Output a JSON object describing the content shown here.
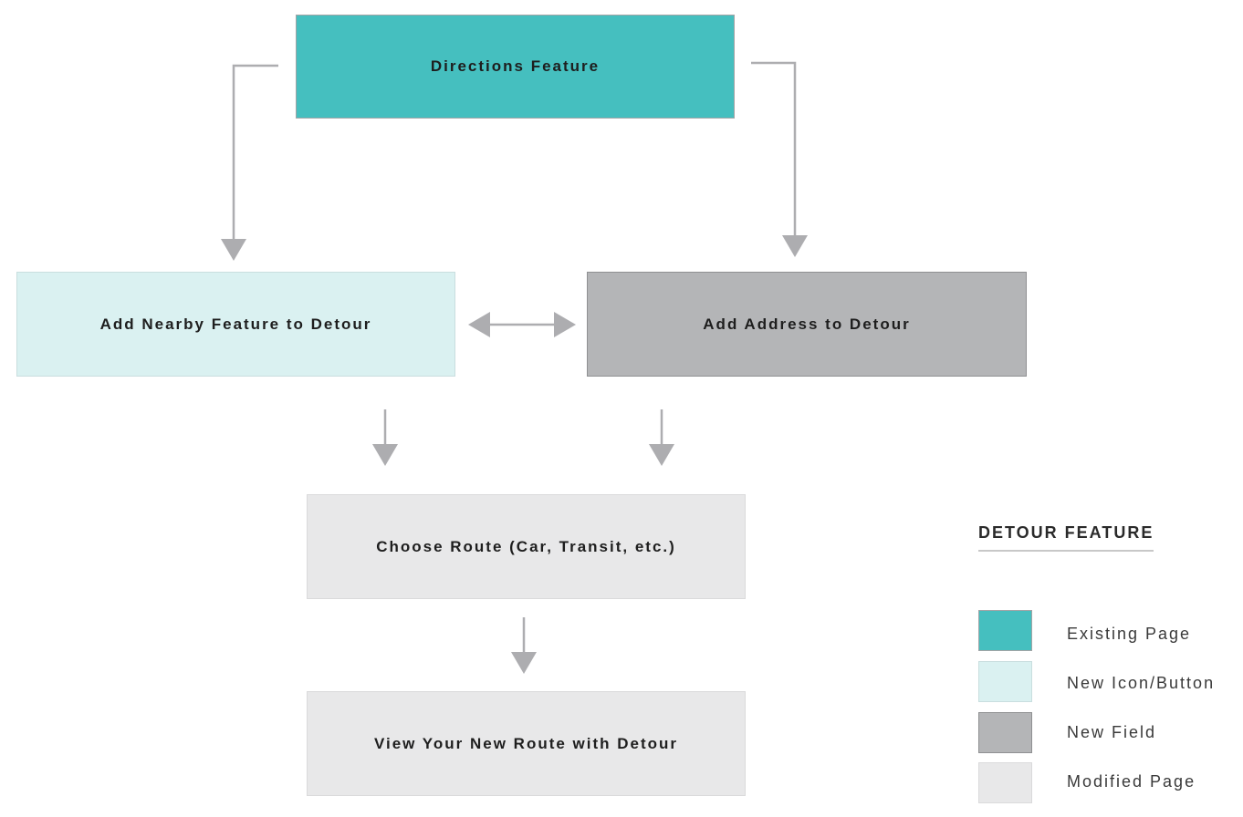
{
  "colors": {
    "existing_page": "#45bfbf",
    "new_icon_button": "#daf1f1",
    "new_field": "#b4b5b7",
    "modified_page": "#e8e8e9",
    "connector": "#adadb0"
  },
  "nodes": {
    "directions": "Directions Feature",
    "nearby": "Add Nearby Feature to Detour",
    "address": "Add Address to Detour",
    "route": "Choose Route (Car, Transit, etc.)",
    "view": "View Your New Route with Detour"
  },
  "legend": {
    "title": "DETOUR FEATURE",
    "items": [
      {
        "label": "Existing Page",
        "kind": "existing_page"
      },
      {
        "label": "New Icon/Button",
        "kind": "new_icon_button"
      },
      {
        "label": "New Field",
        "kind": "new_field"
      },
      {
        "label": "Modified Page",
        "kind": "modified_page"
      }
    ]
  },
  "edges": [
    {
      "from": "directions",
      "to": "nearby",
      "style": "elbow-arrow"
    },
    {
      "from": "directions",
      "to": "address",
      "style": "elbow-arrow"
    },
    {
      "from": "nearby",
      "to": "address",
      "style": "double-arrow"
    },
    {
      "from": "nearby",
      "to": "route",
      "style": "arrow"
    },
    {
      "from": "address",
      "to": "route",
      "style": "arrow"
    },
    {
      "from": "route",
      "to": "view",
      "style": "arrow"
    }
  ]
}
